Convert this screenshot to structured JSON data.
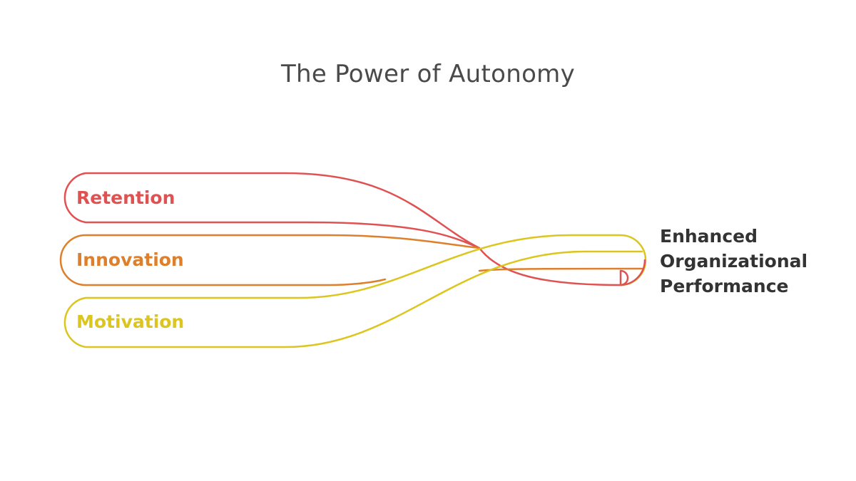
{
  "diagram": {
    "title": "The Power of Autonomy",
    "inputs": [
      {
        "label": "Retention",
        "color": "#e05252"
      },
      {
        "label": "Innovation",
        "color": "#de7f2b"
      },
      {
        "label": "Motivation",
        "color": "#dcc51c"
      }
    ],
    "output": {
      "lines": [
        "Enhanced",
        "Organizational",
        "Performance"
      ],
      "color": "#333333"
    }
  }
}
